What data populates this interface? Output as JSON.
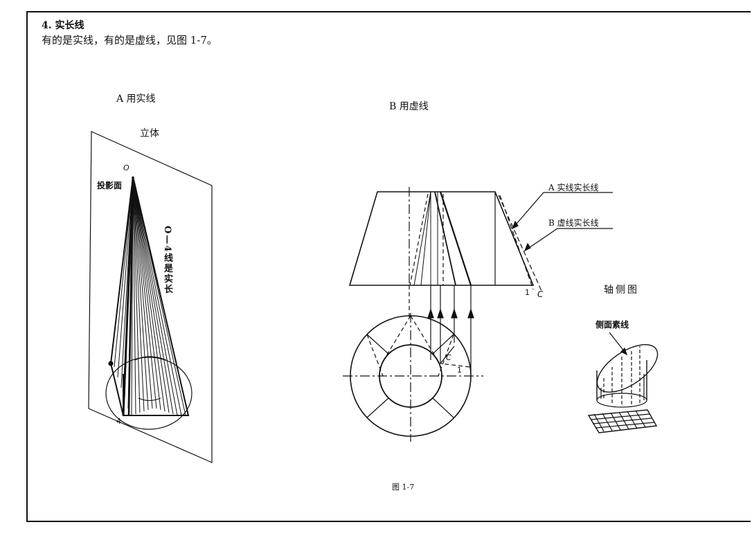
{
  "section": {
    "heading": "4. 实长线",
    "intro": "有的是实线，有的是虚线，见图 1-7。"
  },
  "panel_a": {
    "title": "A 用实线",
    "subtitle": "立体",
    "label_projection_plane": "投影面",
    "label_apex": "O",
    "label_point": "4",
    "note_vertical": "O—4线是实长"
  },
  "panel_b": {
    "title": "B 用虚线",
    "callout_a": "A 实线实长线",
    "callout_b": "B 虚线实长线",
    "label_1": "1",
    "label_c": "C",
    "label_1_plan": "1",
    "label_c_plan": "C"
  },
  "panel_iso": {
    "title": "轴侧图",
    "callout": "侧面素线"
  },
  "caption": "图 1-7"
}
